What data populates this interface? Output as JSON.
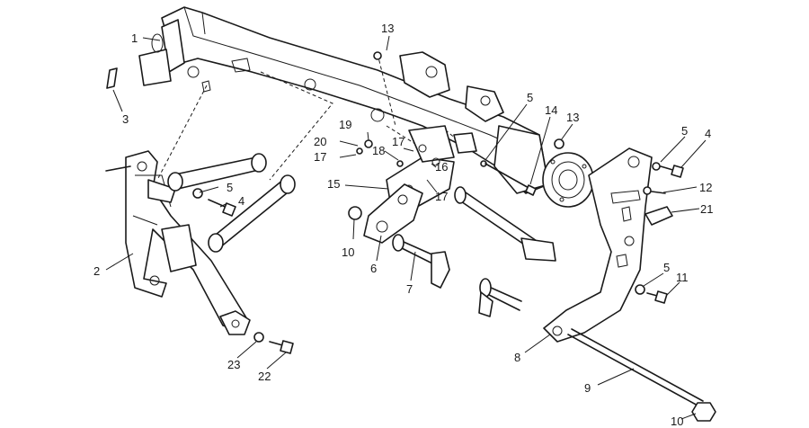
{
  "callouts": {
    "c1": "1",
    "c2": "2",
    "c3": "3",
    "c4a": "4",
    "c4b": "4",
    "c5a": "5",
    "c5b": "5",
    "c5c": "5",
    "c5d": "5",
    "c6": "6",
    "c7": "7",
    "c8": "8",
    "c9": "9",
    "c10a": "10",
    "c10b": "10",
    "c11": "11",
    "c12": "12",
    "c13a": "13",
    "c13b": "13",
    "c14": "14",
    "c15": "15",
    "c16": "16",
    "c17a": "17",
    "c17b": "17",
    "c17c": "17",
    "c18": "18",
    "c19": "19",
    "c20": "20",
    "c21": "21",
    "c22": "22",
    "c23": "23"
  }
}
